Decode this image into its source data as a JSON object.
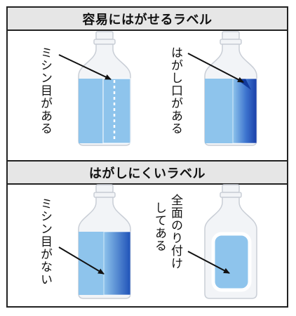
{
  "sections": [
    {
      "title": "容易にはがせるラベル",
      "left_label": "ミシン目がある",
      "right_label": "はがし口がある"
    },
    {
      "title": "はがしにくいラベル",
      "left_label": "ミシン目がない",
      "right_label_line1": "全面のり付け",
      "right_label_line2": "してある"
    }
  ],
  "colors": {
    "label_blue": "#8ec4ec",
    "dark_blue": "#1f52b8",
    "bottle_outline": "#c9ced6",
    "bottle_fill": "#f2f4f7"
  }
}
